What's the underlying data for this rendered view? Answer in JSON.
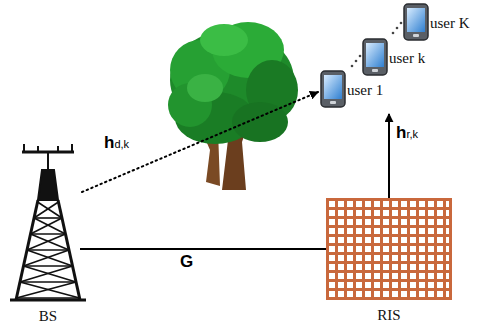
{
  "diagram": {
    "nodes": [
      {
        "text": [
          "BS"
        ]
      },
      {
        "text": [
          "RIS"
        ]
      },
      {
        "text": [
          "user 1"
        ]
      },
      {
        "text": [
          "user k"
        ]
      },
      {
        "text": [
          "user K"
        ]
      }
    ],
    "edges": [
      {
        "from": 0,
        "to": 1,
        "arrow": "to",
        "label": "G"
      },
      {
        "from": 1,
        "to": 2,
        "arrow": "to",
        "label": "hr,k"
      },
      {
        "from": 0,
        "to": 2,
        "arrow": "to",
        "label": "hd,k"
      }
    ]
  }
}
